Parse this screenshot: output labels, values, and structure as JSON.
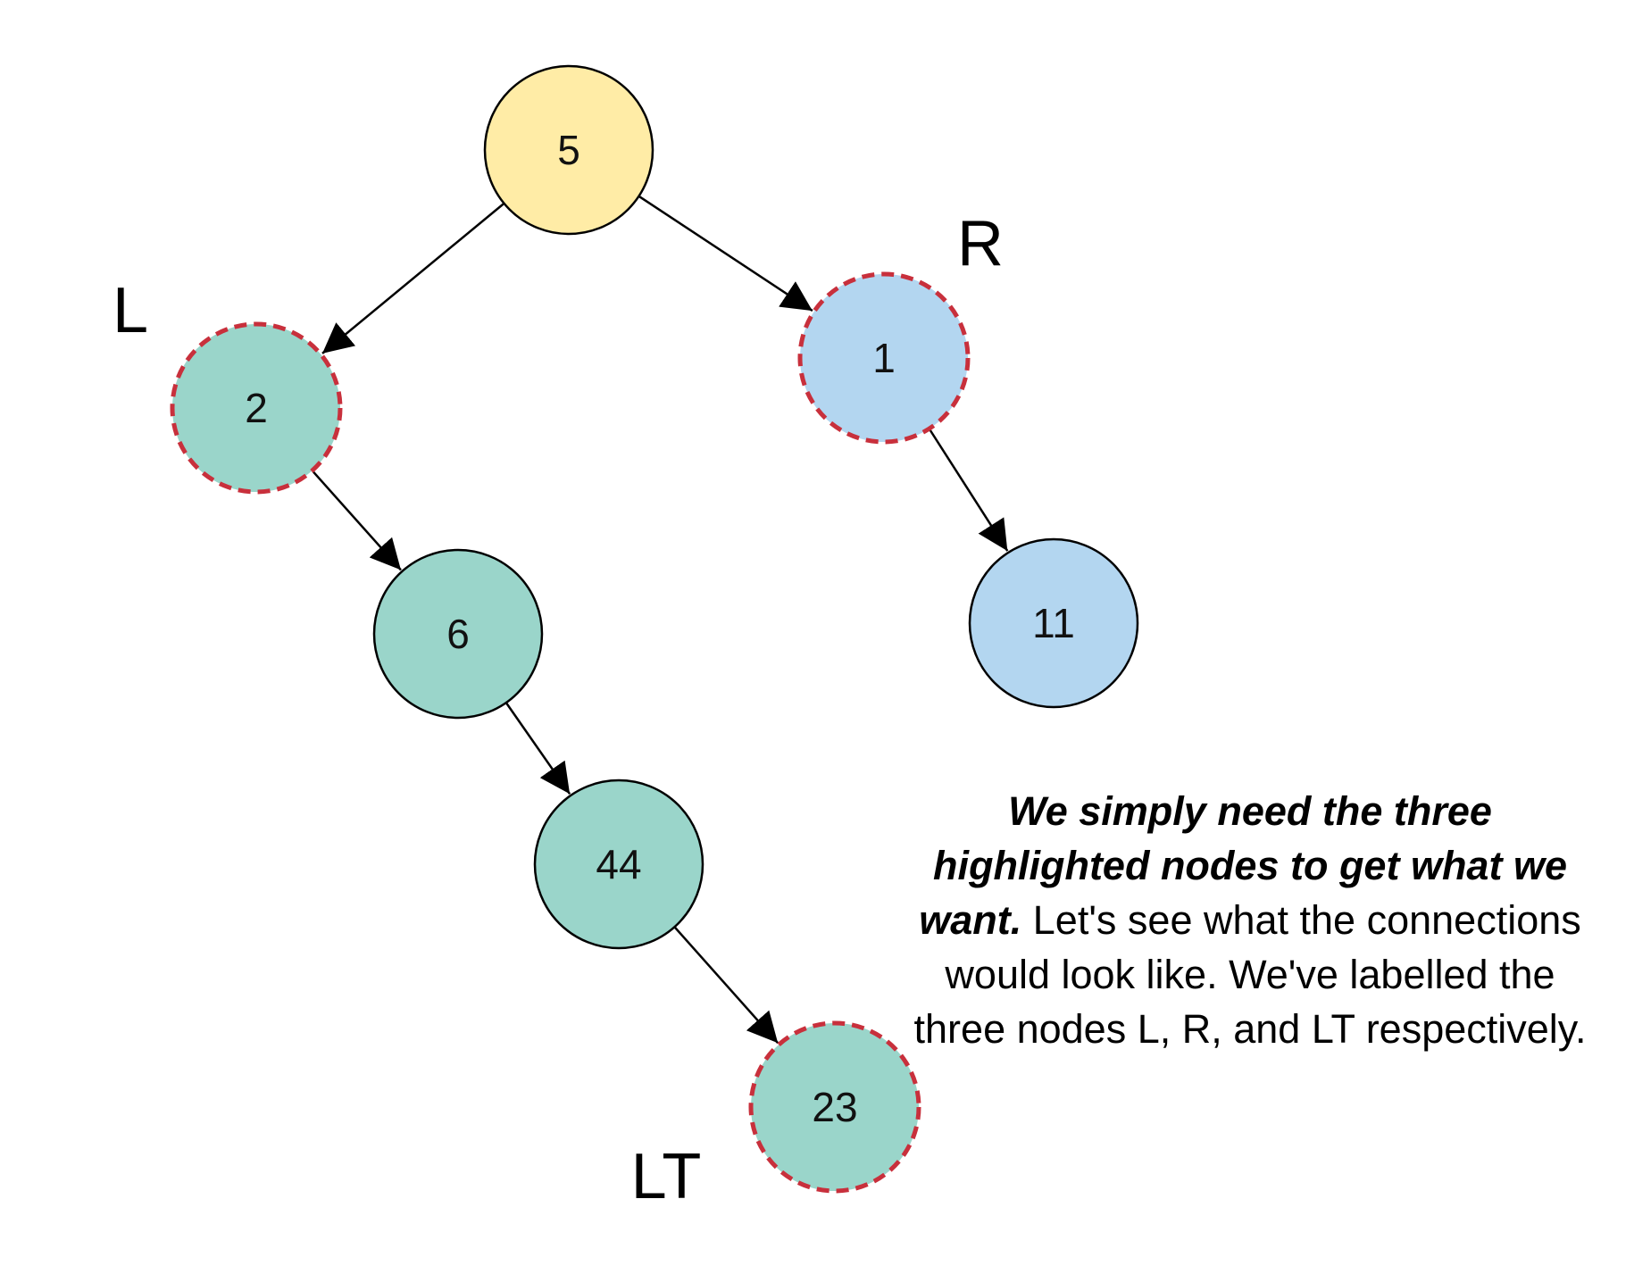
{
  "colors": {
    "root_fill": "#FFECA6",
    "left_fill": "#9AD5CA",
    "right_fill": "#B3D6F0",
    "node_stroke": "#000000",
    "highlight_stroke": "#C8303C",
    "edge": "#000000"
  },
  "tree": {
    "nodes": [
      {
        "id": "n5",
        "value": "5",
        "group": "root",
        "highlighted": false,
        "marker": ""
      },
      {
        "id": "n2",
        "value": "2",
        "group": "left",
        "highlighted": true,
        "marker": "L"
      },
      {
        "id": "n1",
        "value": "1",
        "group": "right",
        "highlighted": true,
        "marker": "R"
      },
      {
        "id": "n6",
        "value": "6",
        "group": "left",
        "highlighted": false,
        "marker": ""
      },
      {
        "id": "n11",
        "value": "11",
        "group": "right",
        "highlighted": false,
        "marker": ""
      },
      {
        "id": "n44",
        "value": "44",
        "group": "left",
        "highlighted": false,
        "marker": ""
      },
      {
        "id": "n23",
        "value": "23",
        "group": "left",
        "highlighted": true,
        "marker": "LT"
      }
    ],
    "edges": [
      {
        "from": "n5",
        "to": "n2"
      },
      {
        "from": "n5",
        "to": "n1"
      },
      {
        "from": "n2",
        "to": "n6"
      },
      {
        "from": "n1",
        "to": "n11"
      },
      {
        "from": "n6",
        "to": "n44"
      },
      {
        "from": "n44",
        "to": "n23"
      }
    ]
  },
  "explanation": {
    "emphasis": "We simply need the three highlighted nodes to get what we want.",
    "rest": " Let's see what the connections would look like. We've labelled the three nodes L, R, and LT respectively."
  }
}
